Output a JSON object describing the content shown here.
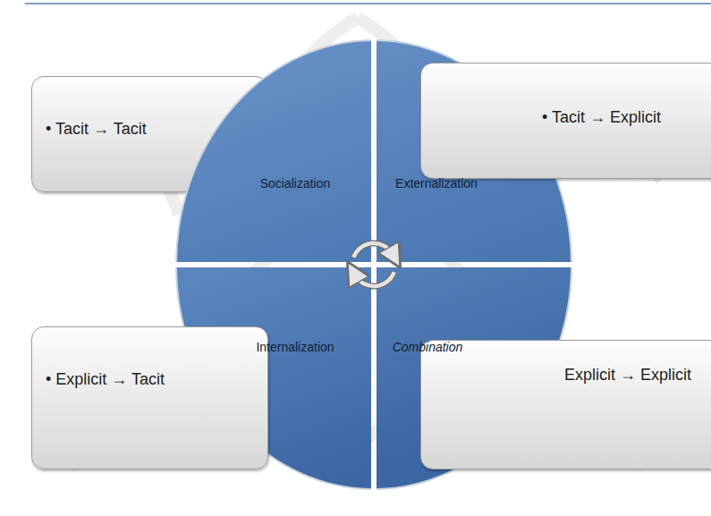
{
  "diagram": {
    "nodes": [
      {
        "text": [
          "• Tacit → Tacit"
        ]
      },
      {
        "text": [
          "Socialization"
        ]
      },
      {
        "text": [
          "Externalization"
        ]
      },
      {
        "text": [
          "• Tacit → Explicit"
        ]
      },
      {
        "text": [
          "Internalization"
        ]
      },
      {
        "text": [
          "Combination"
        ]
      },
      {
        "text": [
          "• Explicit → Tacit"
        ]
      },
      {
        "text": [
          "Explicit → Explicit"
        ]
      }
    ]
  }
}
